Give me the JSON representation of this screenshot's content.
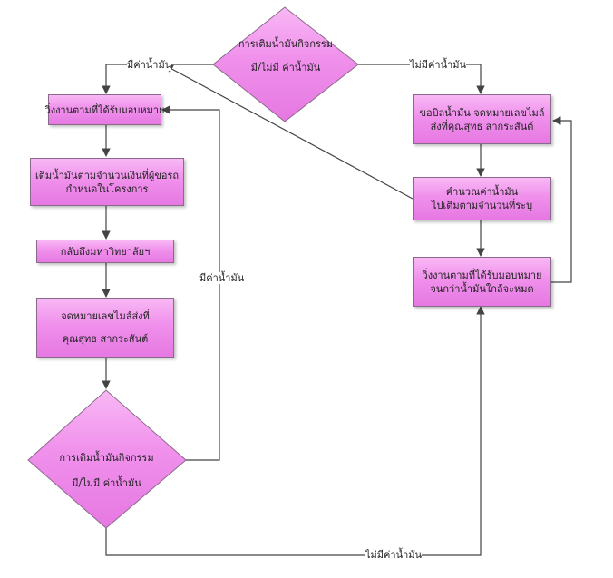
{
  "nodes": {
    "top_decision": {
      "line1": "การเติมน้ำมันกิจกรรม",
      "line2": "มี/ไม่มี ค่าน้ำมัน"
    },
    "left_run": {
      "text": "วิ่งงานตามที่ได้รับมอบหมาย"
    },
    "left_refuel": {
      "line1": "เติมน้ำมันตามจำนวนเงินที่ผู้ขอรถ",
      "line2": "กำหนดในโครงการ"
    },
    "left_return": {
      "text": "กลับถึงมหาวิทยาลัยฯ"
    },
    "left_record": {
      "line1": "จดหมายเลขไมล์ส่งที่",
      "line2": "คุณสุทธ สากระสันต์"
    },
    "bottom_decision": {
      "line1": "การเติมน้ำมันกิจกรรม",
      "line2": "มี/ไม่มี ค่าน้ำมัน"
    },
    "right_request": {
      "line1": "ขอบิลน้ำมัน จดหมายเลขไมล์",
      "line2": "ส่งที่คุณสุทธ สากระสันต์"
    },
    "right_calc": {
      "line1": "คำนวณค่าน้ำมัน",
      "line2": "ไปเติมตามจำนวนที่ระบุ"
    },
    "right_run": {
      "line1": "วิ่งงานตามที่ได้รับมอบหมาย",
      "line2": "จนกว่าน้ำมันใกล้จะหมด"
    }
  },
  "edge_labels": {
    "top_left_yes": "มีค่าน้ำมัน",
    "top_right_no": "ไม่มีค่าน้ำมัน",
    "bottom_loop_yes": "มีค่าน้ำมัน",
    "bottom_no": "ไม่มีค่าน้ำมัน"
  },
  "colors": {
    "box_fill": "#f090ec",
    "box_border": "#8a6a8a",
    "line": "#444444"
  }
}
